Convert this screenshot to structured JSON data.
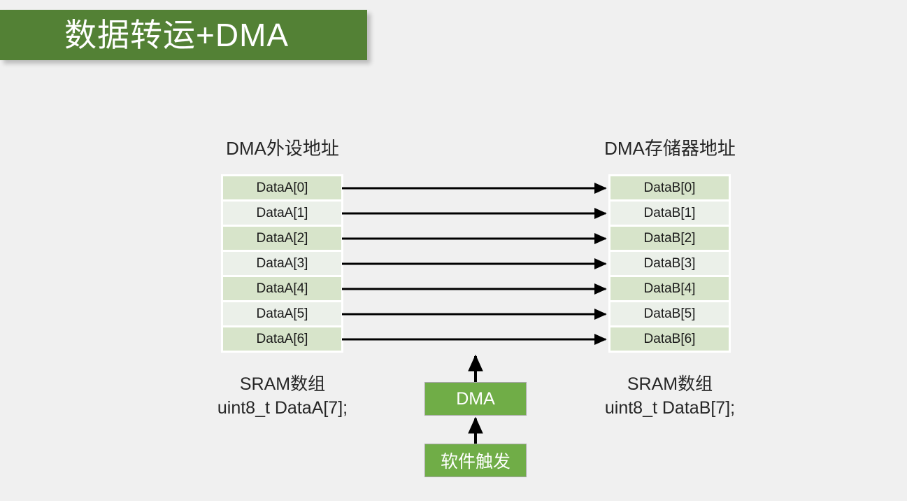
{
  "slide": {
    "title": "数据转运+DMA",
    "background_color": "#f0f0f0",
    "title_banner_color": "#538135"
  },
  "headers": {
    "left": "DMA外设地址",
    "right": "DMA存储器地址"
  },
  "tables": {
    "left": {
      "rows": [
        "DataA[0]",
        "DataA[1]",
        "DataA[2]",
        "DataA[3]",
        "DataA[4]",
        "DataA[5]",
        "DataA[6]"
      ]
    },
    "right": {
      "rows": [
        "DataB[0]",
        "DataB[1]",
        "DataB[2]",
        "DataB[3]",
        "DataB[4]",
        "DataB[5]",
        "DataB[6]"
      ]
    },
    "row_color_dark": "#d7e4ca",
    "row_color_light": "#ebf0e9"
  },
  "captions": {
    "left": {
      "line1": "SRAM数组",
      "line2": "uint8_t DataA[7];"
    },
    "right": {
      "line1": "SRAM数组",
      "line2": "uint8_t DataB[7];"
    }
  },
  "boxes": {
    "dma": "DMA",
    "trigger": "软件触发",
    "fill_color": "#70ad47",
    "border_color": "#a6a6a6",
    "text_color": "#ffffff"
  },
  "arrows": {
    "transfer_count": 7,
    "direction": "left-to-right",
    "color": "#000000",
    "vertical": [
      {
        "name": "dma-to-transfer",
        "direction": "up"
      },
      {
        "name": "trigger-to-dma",
        "direction": "up"
      }
    ]
  }
}
